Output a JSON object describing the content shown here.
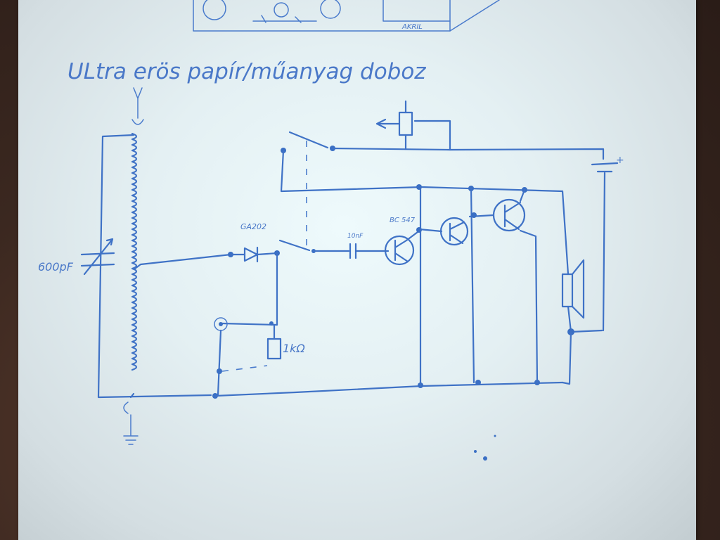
{
  "title": "ULtra erös papír/műanyag doboz",
  "labels": {
    "capacitor_value": "600pF",
    "diode": "GA202",
    "coupling_cap": "10nF",
    "transistor": "BC 547",
    "resistor": "1kΩ",
    "battery_plus": "+",
    "top_sketch": "AKRIL"
  },
  "colors": {
    "ink": "#3f72c6",
    "paper": "#e8f4f6",
    "background": "#3a2a22"
  }
}
